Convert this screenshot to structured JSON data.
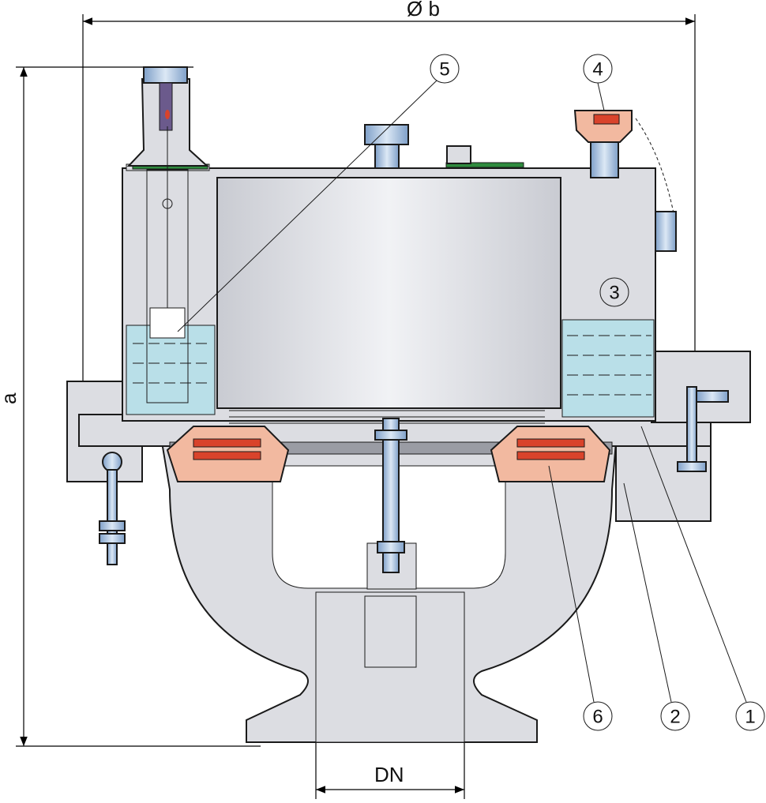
{
  "diagram": {
    "dimensions": {
      "diameter_label": "Ø b",
      "height_label": "a",
      "nominal_diameter_label": "DN"
    },
    "callouts": [
      "1",
      "2",
      "3",
      "4",
      "5",
      "6"
    ],
    "colors": {
      "body": "#dcdde2",
      "liquid": "#b9dfe8",
      "flame_arrester": "#f2b9a0",
      "arrester_element": "#d9432b",
      "fitting": "#8fb0d6",
      "gasket": "#2e8b3e"
    }
  }
}
